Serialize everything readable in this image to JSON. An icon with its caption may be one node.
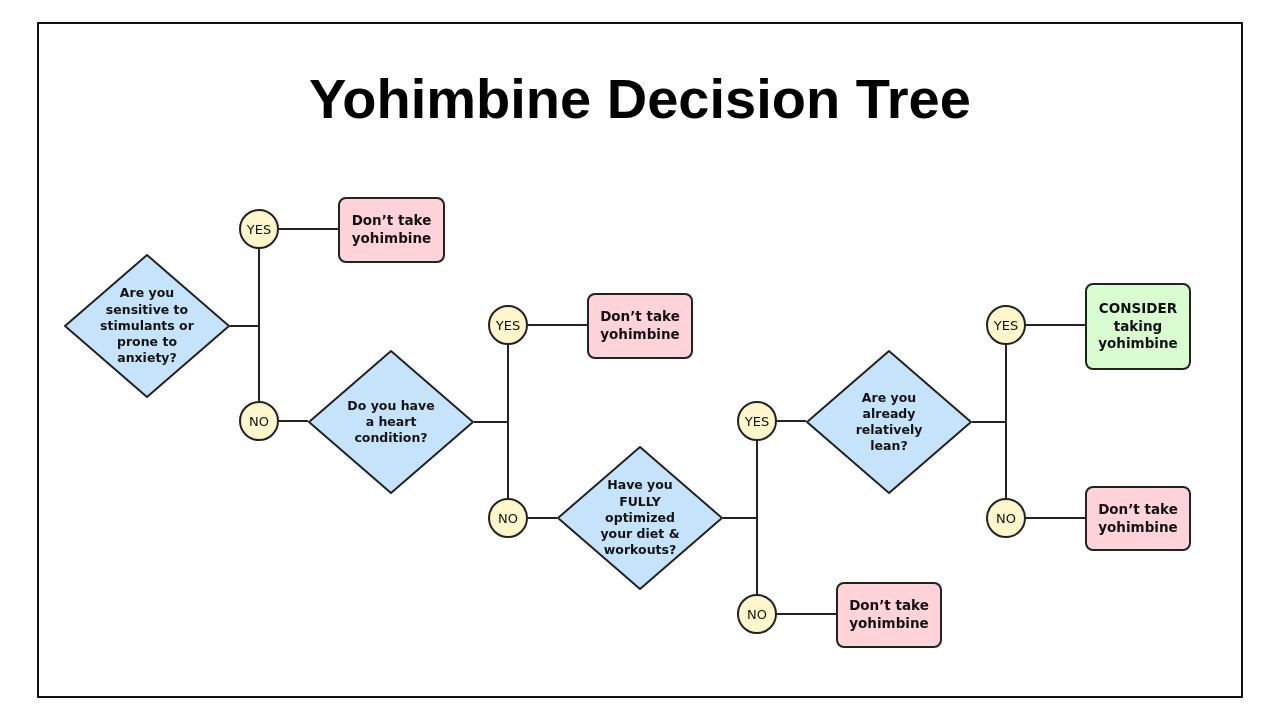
{
  "diagram": {
    "title": "Yohimbine Decision Tree",
    "nodes": [
      {
        "text": [
          "Are you sensitive to stimulants or prone to anxiety?"
        ]
      },
      {
        "text": [
          "YES"
        ]
      },
      {
        "text": [
          "Don’t take yohimbine"
        ]
      },
      {
        "text": [
          "NO"
        ]
      },
      {
        "text": [
          "Do you have a heart condition?"
        ]
      },
      {
        "text": [
          "YES"
        ]
      },
      {
        "text": [
          "Don’t take yohimbine"
        ]
      },
      {
        "text": [
          "NO"
        ]
      },
      {
        "text": [
          "Have you FULLY optimized your diet & workouts?"
        ]
      },
      {
        "text": [
          "YES"
        ]
      },
      {
        "text": [
          "Are you already relatively lean?"
        ]
      },
      {
        "text": [
          "YES"
        ]
      },
      {
        "text": [
          "CONSIDER taking yohimbine"
        ]
      },
      {
        "text": [
          "NO"
        ]
      },
      {
        "text": [
          "Don’t take yohimbine"
        ]
      },
      {
        "text": [
          "NO"
        ]
      },
      {
        "text": [
          "Don’t take yohimbine"
        ]
      }
    ],
    "edges": [
      {
        "from": 0,
        "to": 1,
        "arrow": "none"
      },
      {
        "from": 0,
        "to": 3,
        "arrow": "none"
      },
      {
        "from": 1,
        "to": 2,
        "arrow": "none"
      },
      {
        "from": 3,
        "to": 4,
        "arrow": "none"
      },
      {
        "from": 4,
        "to": 5,
        "arrow": "none"
      },
      {
        "from": 4,
        "to": 7,
        "arrow": "none"
      },
      {
        "from": 5,
        "to": 6,
        "arrow": "none"
      },
      {
        "from": 7,
        "to": 8,
        "arrow": "none"
      },
      {
        "from": 8,
        "to": 9,
        "arrow": "none"
      },
      {
        "from": 8,
        "to": 15,
        "arrow": "none"
      },
      {
        "from": 9,
        "to": 10,
        "arrow": "none"
      },
      {
        "from": 10,
        "to": 11,
        "arrow": "none"
      },
      {
        "from": 10,
        "to": 13,
        "arrow": "none"
      },
      {
        "from": 11,
        "to": 12,
        "arrow": "none"
      },
      {
        "from": 13,
        "to": 14,
        "arrow": "none"
      },
      {
        "from": 15,
        "to": 16,
        "arrow": "none"
      }
    ]
  }
}
